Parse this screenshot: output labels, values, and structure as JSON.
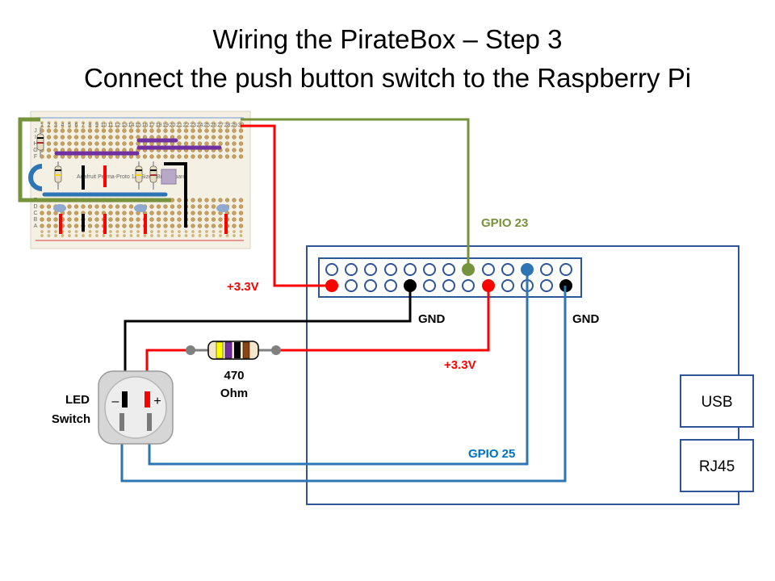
{
  "title": {
    "line1": "Wiring the PirateBox – Step 3",
    "line2": "Connect the push button switch to the Raspberry Pi"
  },
  "breadboard": {
    "brand_text": "Adafruit Perma-Proto 1/2 Sized Breadboard",
    "row_letters": [
      "J",
      "I",
      "H",
      "G",
      "F",
      "E",
      "D",
      "C",
      "B",
      "A"
    ],
    "column_numbers": [
      "1",
      "2",
      "3",
      "4",
      "5",
      "6",
      "7",
      "8",
      "9",
      "10",
      "11",
      "12",
      "13",
      "14",
      "15",
      "16",
      "17",
      "18",
      "19",
      "20",
      "21",
      "22",
      "23",
      "24",
      "25",
      "26",
      "27",
      "28",
      "29",
      "30"
    ]
  },
  "labels": {
    "gpio23": "GPIO 23",
    "v33_left": "+3.3V",
    "gnd_1": "GND",
    "gnd_2": "GND",
    "v33_right": "+3.3V",
    "gpio25": "GPIO 25",
    "resistor_value": "470",
    "resistor_unit": "Ohm",
    "switch_line1": "LED",
    "switch_line2": "Switch",
    "minus": "–",
    "plus": "+",
    "usb": "USB",
    "rj45": "RJ45"
  },
  "colors": {
    "green_wire": "#76923c",
    "red_wire": "#ff0000",
    "blue_wire": "#2e75b6",
    "black_wire": "#000000",
    "pi_outline": "#2f5597",
    "gpio_label_green": "#76923c",
    "gpio_label_blue": "#0070c0"
  }
}
